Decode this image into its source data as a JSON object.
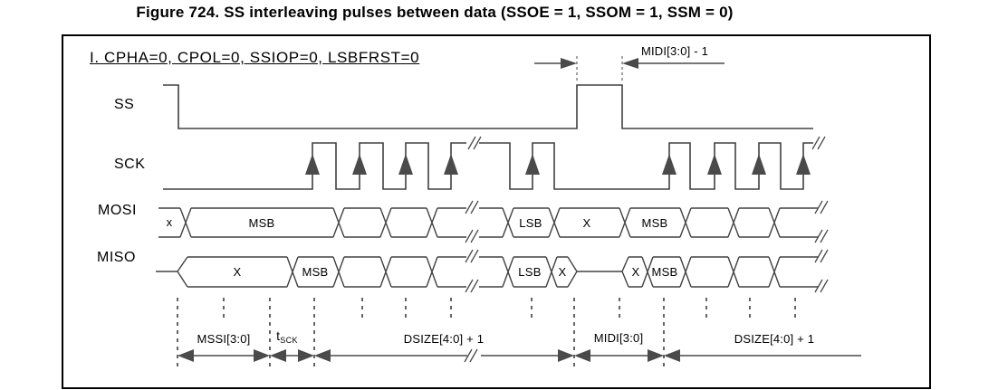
{
  "figure": {
    "title": "Figure 724. SS interleaving pulses between data (SSOE = 1, SSOM = 1, SSM = 0)",
    "condition": "I. CPHA=0, CPOL=0, SSIOP=0, LSBFRST=0"
  },
  "colors": {
    "line": "#404040",
    "arrow": "#4a4a4a",
    "text": "#000000",
    "frame_border": "#000000",
    "background": "#ffffff"
  },
  "signals": {
    "ss": {
      "label": "SS"
    },
    "sck": {
      "label": "SCK"
    },
    "mosi": {
      "label": "MOSI",
      "cells": [
        "x",
        "MSB",
        "",
        "",
        "",
        "LSB",
        "X",
        "MSB",
        "",
        "",
        ""
      ]
    },
    "miso": {
      "label": "MISO",
      "cells": [
        "X",
        "MSB",
        "",
        "",
        "",
        "LSB",
        "X",
        "X",
        "MSB",
        "",
        "",
        ""
      ]
    }
  },
  "annotations": {
    "top_interval": "MIDI[3:0] - 1",
    "mssi": "MSSI[3:0]",
    "tsck": {
      "base": "t",
      "sub": "SCK"
    },
    "dsize_first": "DSIZE[4:0] + 1",
    "midi": "MIDI[3:0]",
    "dsize_second": "DSIZE[4:0] + 1"
  }
}
